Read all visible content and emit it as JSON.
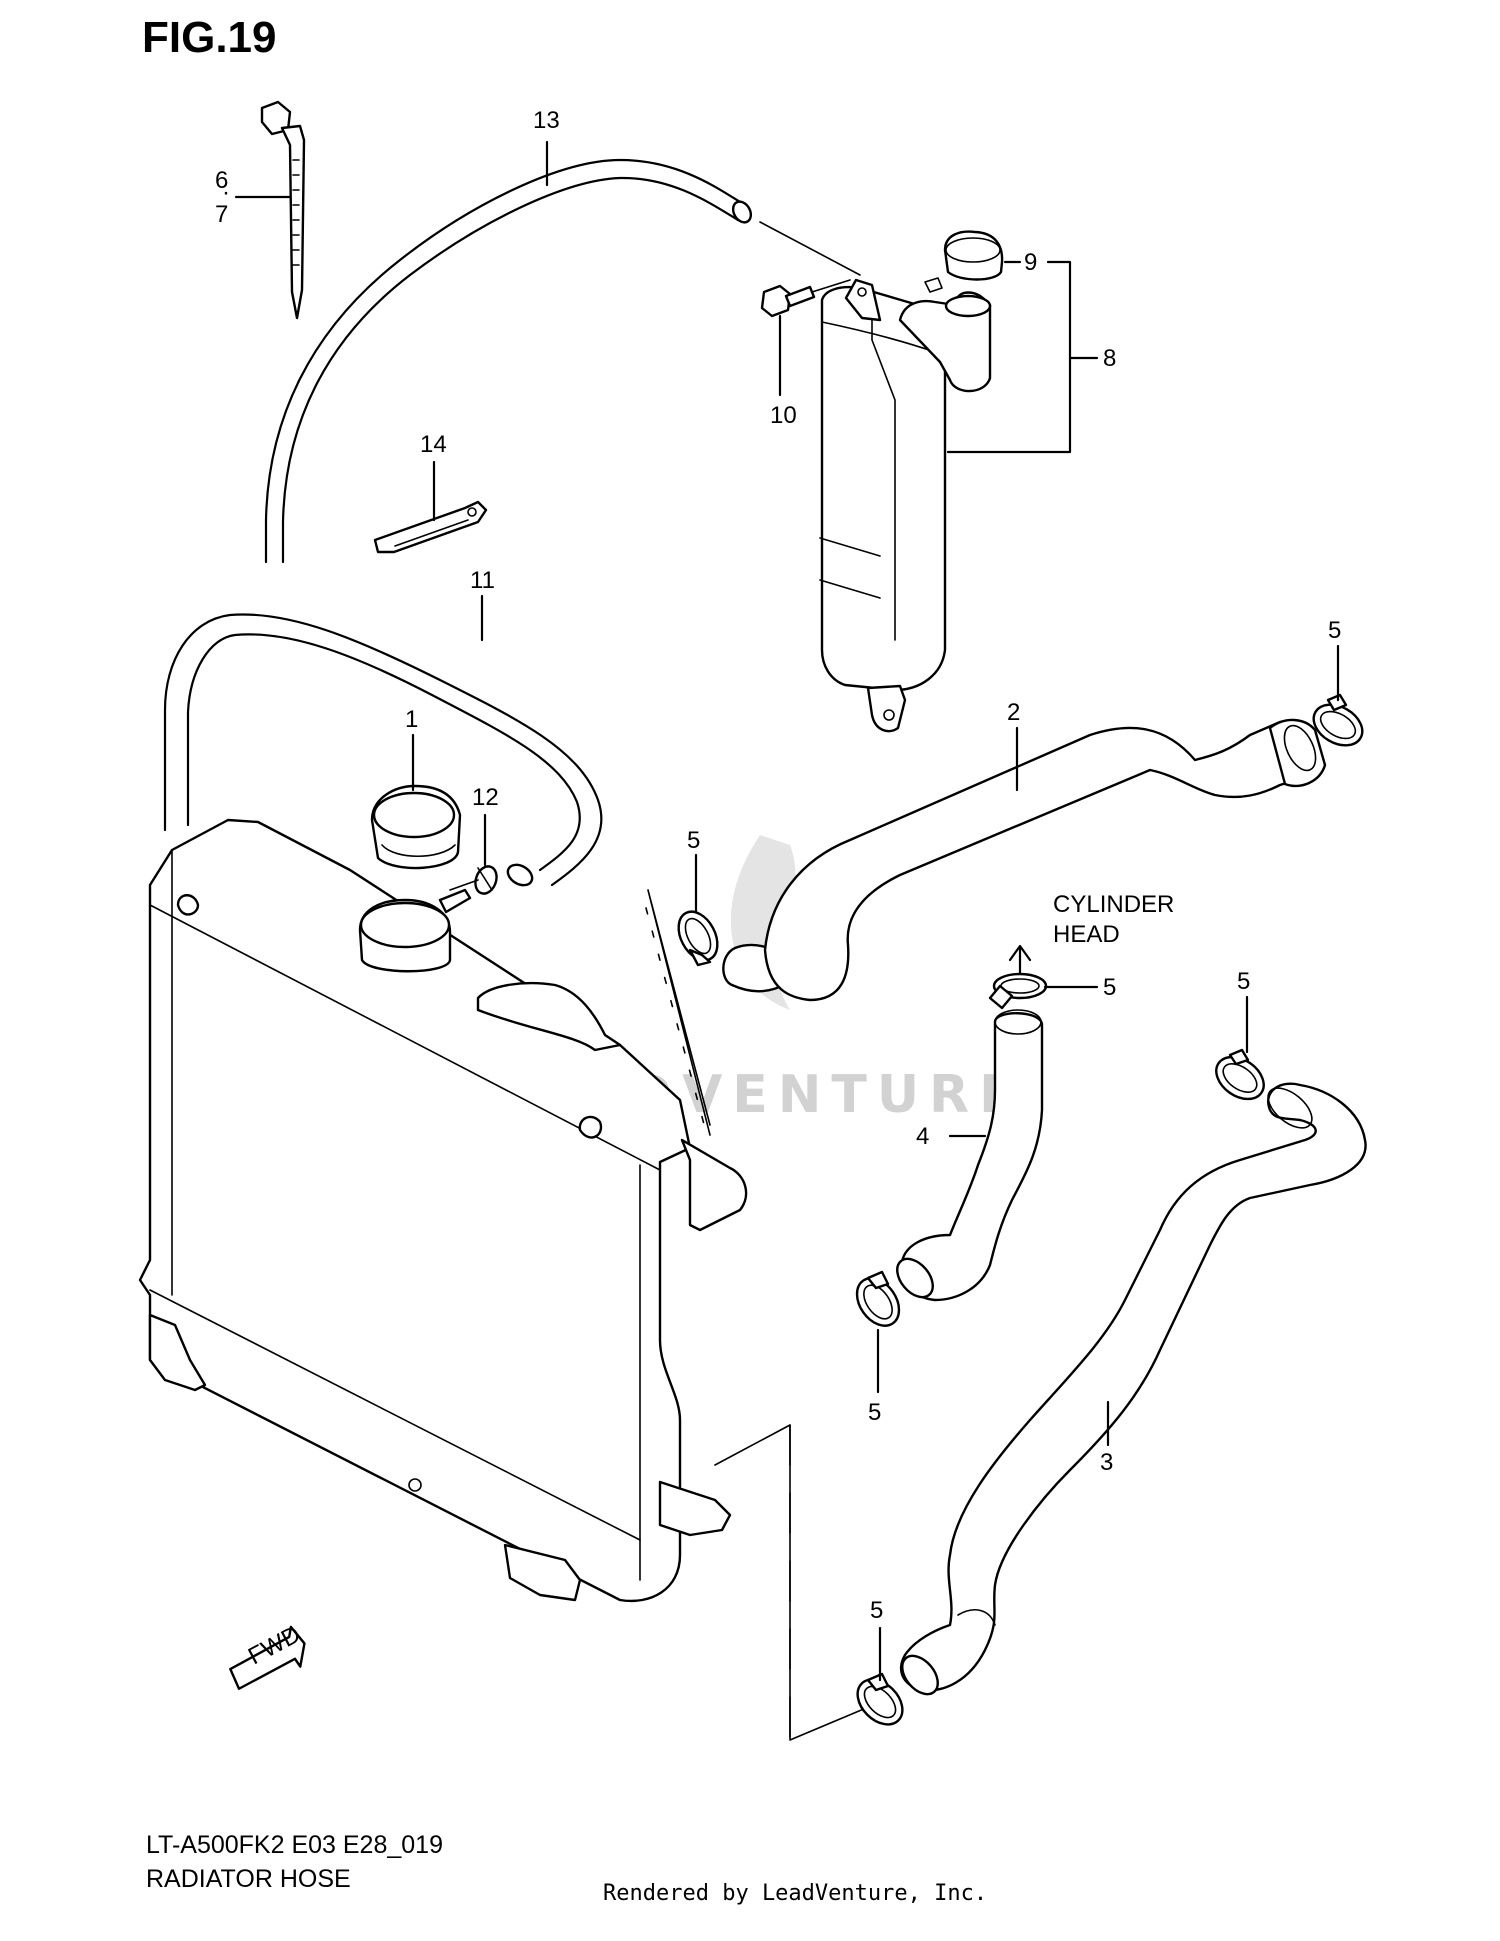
{
  "figure": {
    "title": "FIG.19"
  },
  "model_code": "LT-A500FK2 E03 E28_019",
  "section_title": "RADIATOR HOSE",
  "rendered_by": "Rendered by LeadVenture, Inc.",
  "watermark": "LEADVENTURE",
  "direction_note": {
    "line1": "CYLINDER",
    "line2": "HEAD"
  },
  "fwd_label": "FWD",
  "callouts": {
    "c1": "1",
    "c2": "2",
    "c3": "3",
    "c4": "4",
    "c5a": "5",
    "c5b": "5",
    "c5c": "5",
    "c5d": "5",
    "c5e": "5",
    "c5f": "5",
    "c6": "6",
    "c7": "7",
    "c8": "8",
    "c9": "9",
    "c10": "10",
    "c11": "11",
    "c12": "12",
    "c13": "13",
    "c14": "14"
  },
  "colors": {
    "ink": "#000000",
    "paper": "#ffffff",
    "watermark": "#d2d2d2"
  }
}
